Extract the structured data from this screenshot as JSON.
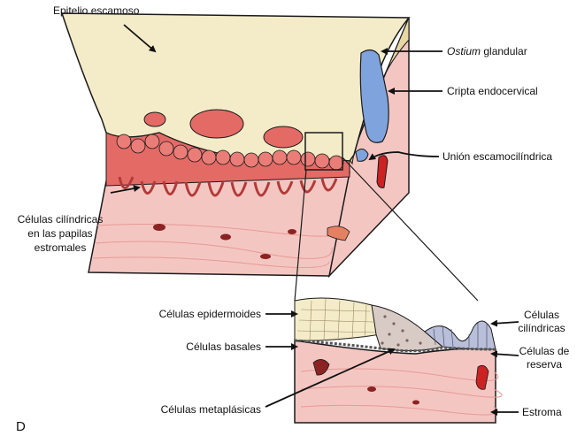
{
  "figure": {
    "panel_letter": "D",
    "labels": {
      "epitelio": "Epitelio escamoso",
      "ostium_em": "Ostium",
      "ostium_rest": " glandular",
      "cripta": "Cripta endocervical",
      "union": "Unión escamocilíndrica",
      "papilas_1": "Células cilíndricas",
      "papilas_2": "en las papilas",
      "papilas_3": "estromales",
      "epidermoides": "Células epidermoides",
      "basales": "Células basales",
      "metaplasicas": "Células metaplásicas",
      "cilindricas_1": "Células",
      "cilindricas_2": "cilíndricas",
      "reserva_1": "Células de",
      "reserva_2": "reserva",
      "estroma": "Estroma"
    }
  },
  "colors": {
    "squamous_top": "#f4ecc8",
    "squamous_side": "#e8d7a3",
    "stroma": "#f4c6c2",
    "stroma_line": "#e69a94",
    "columnar": "#e46a66",
    "columnar_dark": "#b23a38",
    "crypt_blue": "#7fa4dd",
    "vessel": "#8b2323",
    "red": "#cc2222",
    "metaplastic": "#d8cbc6",
    "outline": "#1a1a1a"
  }
}
